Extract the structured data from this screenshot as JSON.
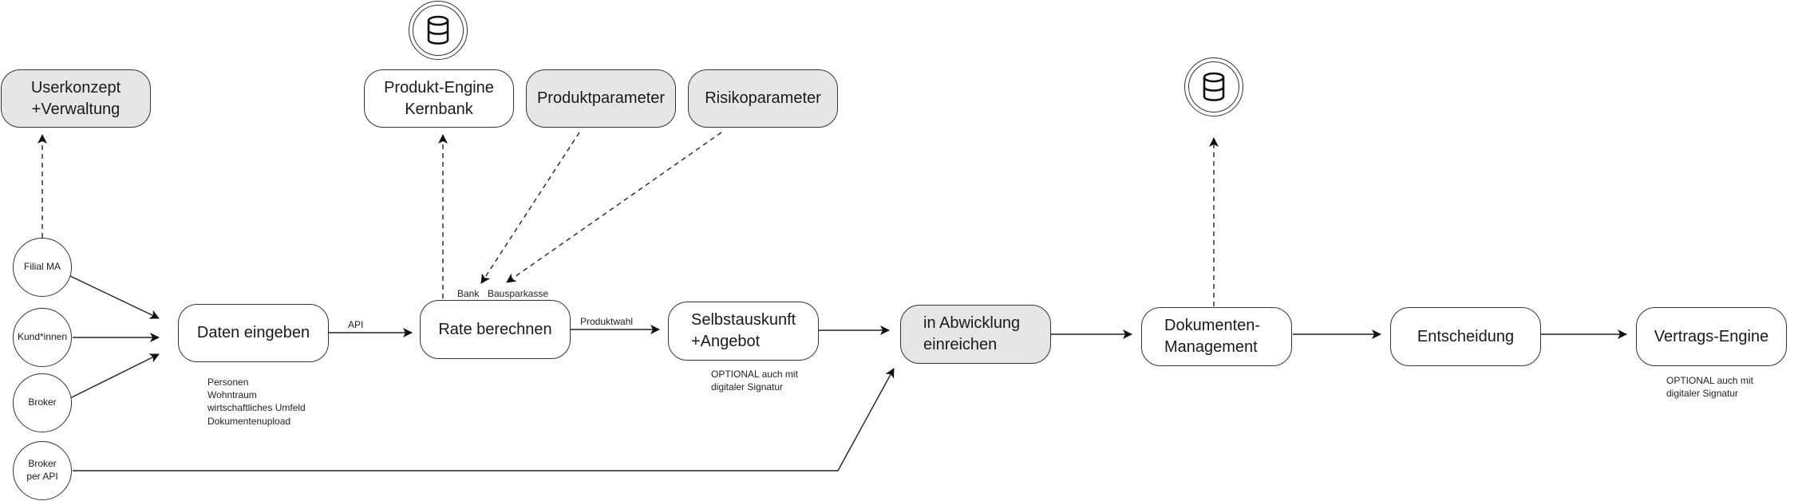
{
  "nodes": {
    "userkonzept": "Userkonzept\n+Verwaltung",
    "produkt_engine": "Produkt-Engine\nKernbank",
    "produktparameter": "Produktparameter",
    "risikoparameter": "Risikoparameter",
    "daten_eingeben": "Daten eingeben",
    "rate_berechnen": "Rate berechnen",
    "selbstauskunft": "Selbstauskunft\n+Angebot",
    "abwicklung": "in Abwicklung\neinreichen",
    "dokumenten": "Dokumenten-\nManagement",
    "entscheidung": "Entscheidung",
    "vertrags_engine": "Vertrags-Engine"
  },
  "actors": {
    "filial_ma": "Filial MA",
    "kundinnen": "Kund*innen",
    "broker": "Broker",
    "broker_api": "Broker\nper API"
  },
  "edge_labels": {
    "api": "API",
    "produktwahl": "Produktwahl",
    "bank": "Bank",
    "bausparkasse": "Bausparkasse"
  },
  "notes": {
    "daten": "Personen\nWohntraum\nwirtschaftliches Umfeld\nDokumentenupload",
    "selbstauskunft": "OPTIONAL auch mit\ndigitaler Signatur",
    "vertrags": "OPTIONAL auch mit\ndigitaler Signatur"
  },
  "icons": {
    "db1": "database-icon",
    "db2": "database-icon"
  },
  "colors": {
    "stroke": "#333333",
    "grey_fill": "#e6e6e6"
  }
}
